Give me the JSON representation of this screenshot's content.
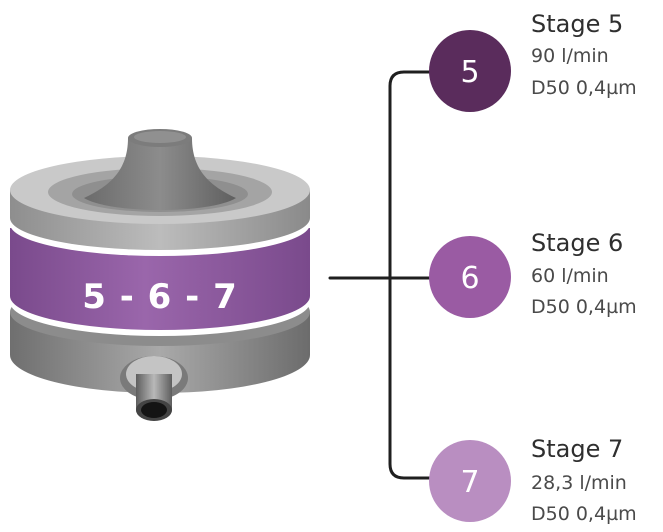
{
  "device": {
    "band_label": "5 - 6 - 7",
    "band_color": "#8f5aa0"
  },
  "stages": [
    {
      "number": "5",
      "title": "Stage 5",
      "flow": "90 l/min",
      "d50": "D50 0,4µm",
      "color": "#5a2c5c"
    },
    {
      "number": "6",
      "title": "Stage 6",
      "flow": "60 l/min",
      "d50": "D50 0,4µm",
      "color": "#9a5ba3"
    },
    {
      "number": "7",
      "title": "Stage 7",
      "flow": "28,3 l/min",
      "d50": "D50 0,4µm",
      "color": "#b98ec1"
    }
  ]
}
